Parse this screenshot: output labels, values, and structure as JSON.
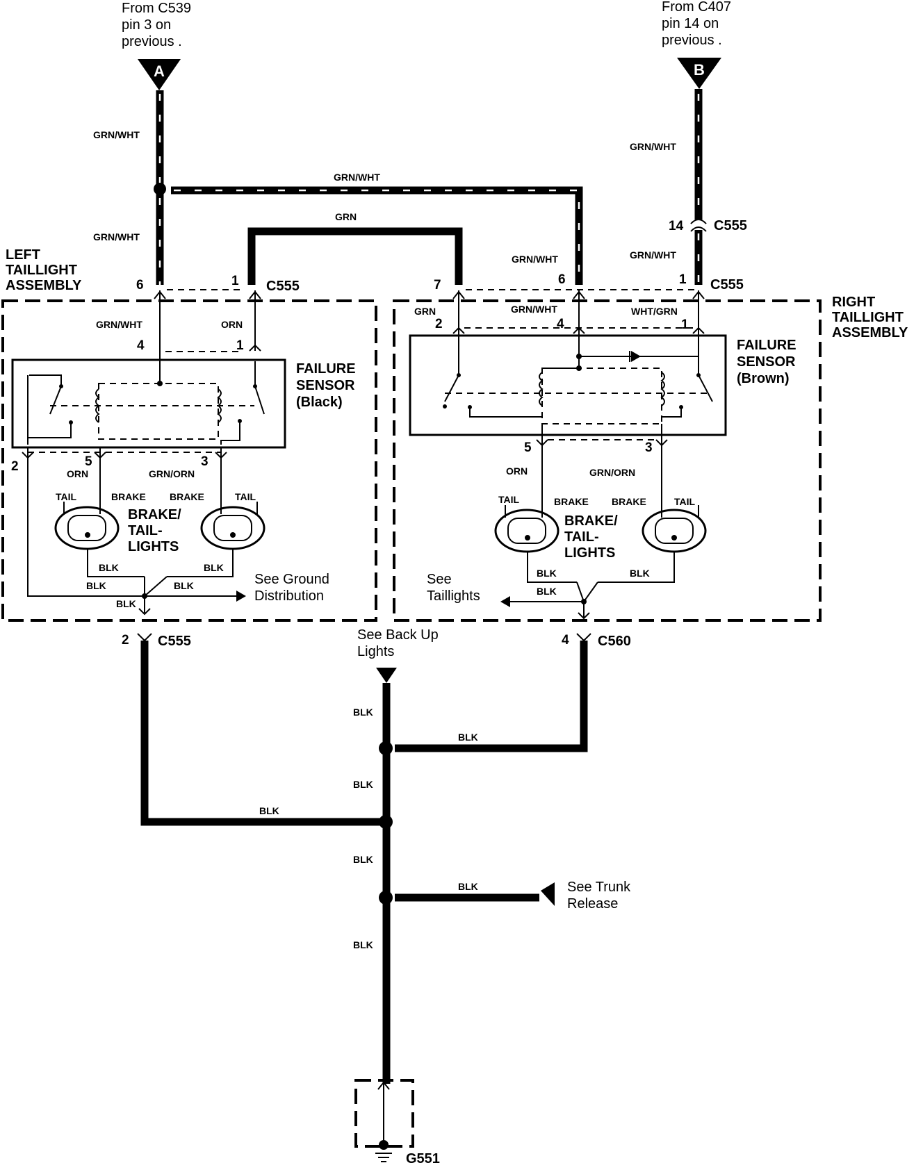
{
  "sources": {
    "a": {
      "label": "A",
      "note": [
        "From C539",
        "pin 3 on",
        "previous ."
      ]
    },
    "b": {
      "label": "B",
      "note": [
        "From C407",
        "pin 14 on",
        "previous ."
      ]
    }
  },
  "wire_colors": {
    "grn_wht": "GRN/WHT",
    "grn": "GRN",
    "orn": "ORN",
    "wht_grn": "WHT/GRN",
    "grn_orn": "GRN/ORN",
    "blk": "BLK"
  },
  "connectors": {
    "c555": "C555",
    "c560": "C560",
    "g551": "G551"
  },
  "pins": {
    "p1": "1",
    "p2": "2",
    "p3": "3",
    "p4": "4",
    "p5": "5",
    "p6": "6",
    "p7": "7",
    "p14": "14"
  },
  "left_assembly": {
    "title": [
      "LEFT",
      "TAILLIGHT",
      "ASSEMBLY"
    ],
    "sensor": [
      "FAILURE",
      "SENSOR",
      "(Black)"
    ],
    "lamps": [
      "BRAKE/",
      "TAIL-",
      "LIGHTS"
    ],
    "tail": "TAIL",
    "brake": "BRAKE",
    "ground_note": [
      "See Ground",
      "Distribution"
    ]
  },
  "right_assembly": {
    "title": [
      "RIGHT",
      "TAILLIGHT",
      "ASSEMBLY"
    ],
    "sensor": [
      "FAILURE",
      "SENSOR",
      "(Brown)"
    ],
    "lamps": [
      "BRAKE/",
      "TAIL-",
      "LIGHTS"
    ],
    "tail": "TAIL",
    "brake": "BRAKE",
    "taillights_note": [
      "See",
      "Taillights"
    ]
  },
  "notes": {
    "backup": [
      "See Back Up",
      "Lights"
    ],
    "trunk": [
      "See Trunk",
      "Release"
    ]
  }
}
